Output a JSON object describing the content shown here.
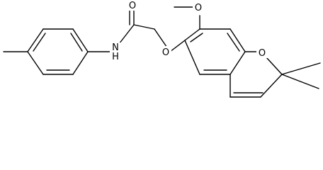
{
  "diagram": {
    "kind": "skeletal-structure",
    "atom_labels": {
      "carbonyl_oxygen": "O",
      "amide_nh": "N\nH",
      "ether_oxygen": "O",
      "methoxy_oxygen": "O",
      "ring_oxygen": "O"
    },
    "colors": {
      "bond": "#000000",
      "label": "#000000",
      "background": "#ffffff"
    }
  }
}
